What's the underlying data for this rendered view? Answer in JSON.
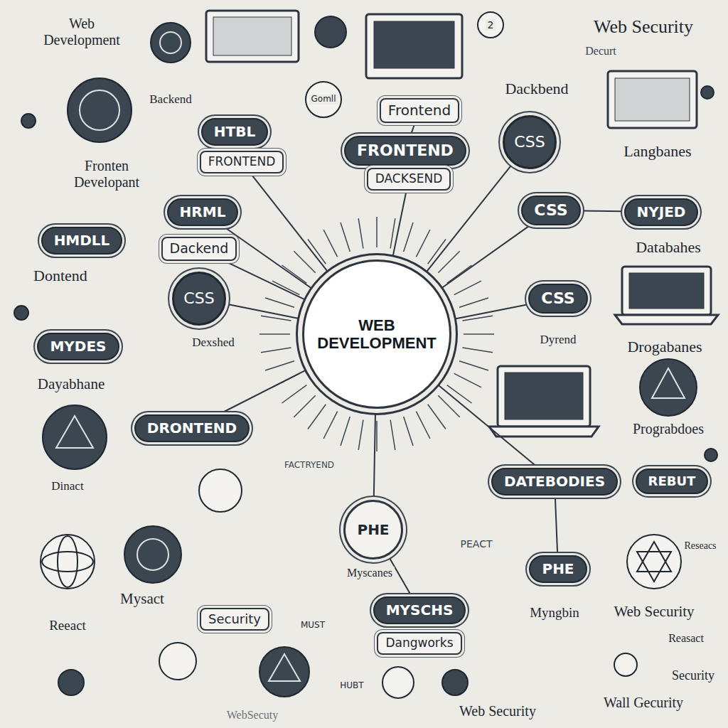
{
  "diagram": {
    "nodes": [
      {
        "text": [
          "Frontend"
        ]
      },
      {
        "text": [
          "HTBL"
        ]
      },
      {
        "text": [
          "CSS"
        ]
      },
      {
        "text": [
          "FRONTEND"
        ]
      },
      {
        "text": [
          "FRONTEND"
        ]
      },
      {
        "text": [
          "DACKSEND"
        ]
      },
      {
        "text": [
          "HRML"
        ]
      },
      {
        "text": [
          "CSS"
        ]
      },
      {
        "text": [
          "NYJED"
        ]
      },
      {
        "text": [
          "HMDLL"
        ]
      },
      {
        "text": [
          "Dackend"
        ]
      },
      {
        "text": [
          "CSS"
        ]
      },
      {
        "text": [
          "CSS"
        ]
      },
      {
        "text": [
          "WEB DEVELOPMENT"
        ]
      },
      {
        "text": [
          "MYDES"
        ]
      },
      {
        "text": [
          "DRONTEND"
        ]
      },
      {
        "text": [
          "DATEBODIES"
        ]
      },
      {
        "text": [
          "REBUT"
        ]
      },
      {
        "text": [
          "PHE"
        ]
      },
      {
        "text": [
          "PHE"
        ]
      },
      {
        "text": [
          "MYSCHS"
        ]
      },
      {
        "text": [
          "Security"
        ]
      },
      {
        "text": [
          "Dangworks"
        ]
      }
    ],
    "edges": [
      {
        "from": 13,
        "to": 4,
        "arrow": "none"
      },
      {
        "from": 13,
        "to": 5,
        "arrow": "none"
      },
      {
        "from": 13,
        "to": 6,
        "arrow": "none"
      },
      {
        "from": 13,
        "to": 10,
        "arrow": "none"
      },
      {
        "from": 13,
        "to": 11,
        "arrow": "none"
      },
      {
        "from": 13,
        "to": 2,
        "arrow": "none"
      },
      {
        "from": 13,
        "to": 7,
        "arrow": "none"
      },
      {
        "from": 13,
        "to": 12,
        "arrow": "none"
      },
      {
        "from": 13,
        "to": 16,
        "arrow": "none"
      },
      {
        "from": 13,
        "to": 18,
        "arrow": "none"
      },
      {
        "from": 13,
        "to": 15,
        "arrow": "none"
      },
      {
        "from": 18,
        "to": 20,
        "arrow": "none"
      },
      {
        "from": 16,
        "to": 19,
        "arrow": "none"
      },
      {
        "from": 7,
        "to": 8,
        "arrow": "none"
      },
      {
        "from": 3,
        "to": 0,
        "arrow": "none"
      }
    ],
    "labels": [
      "Web Development",
      "Web Security",
      "Decurt",
      "Dackbend",
      "Backend",
      "Fronten Developant",
      "Langbanes",
      "Dontend",
      "Databahes",
      "Dexshed",
      "Dyrend",
      "Drogabanes",
      "Dayabhane",
      "Prograbdoes",
      "Dinact",
      "FACTRYEND",
      "PEACT",
      "Myscanes",
      "Myngbin",
      "Mysact",
      "Web Security",
      "Reeact",
      "Reasact",
      "Security",
      "Web Security",
      "Wall Gecurity",
      "WebSecuty",
      "Reseacs",
      "2",
      "Gomll",
      "MUST",
      "HUBT"
    ]
  }
}
